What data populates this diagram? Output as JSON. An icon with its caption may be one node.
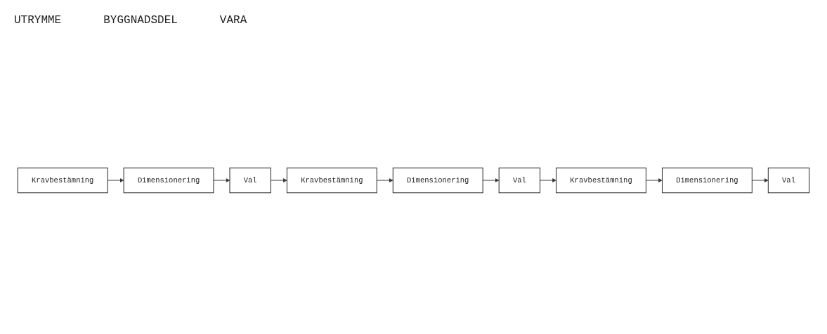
{
  "diagram": {
    "nodes": [
      {
        "text": [
          "Kravbestämning"
        ]
      },
      {
        "text": [
          "Dimensionering"
        ]
      },
      {
        "text": [
          "Val"
        ]
      },
      {
        "text": [
          "Kravbestämning"
        ]
      },
      {
        "text": [
          "Dimensionering"
        ]
      },
      {
        "text": [
          "Val"
        ]
      },
      {
        "text": [
          "Kravbestämning"
        ]
      },
      {
        "text": [
          "Dimensionering"
        ]
      },
      {
        "text": [
          "Val"
        ]
      }
    ],
    "edges": [
      {
        "from": 0,
        "to": 1,
        "arrow": "to"
      },
      {
        "from": 1,
        "to": 2,
        "arrow": "to"
      },
      {
        "from": 2,
        "to": 3,
        "arrow": "to"
      },
      {
        "from": 3,
        "to": 4,
        "arrow": "to"
      },
      {
        "from": 4,
        "to": 5,
        "arrow": "to"
      },
      {
        "from": 5,
        "to": 6,
        "arrow": "to"
      },
      {
        "from": 6,
        "to": 7,
        "arrow": "to"
      },
      {
        "from": 7,
        "to": 8,
        "arrow": "to"
      }
    ],
    "labels": [
      "UTRYMME",
      "BYGGNADSDEL",
      "VARA"
    ]
  }
}
